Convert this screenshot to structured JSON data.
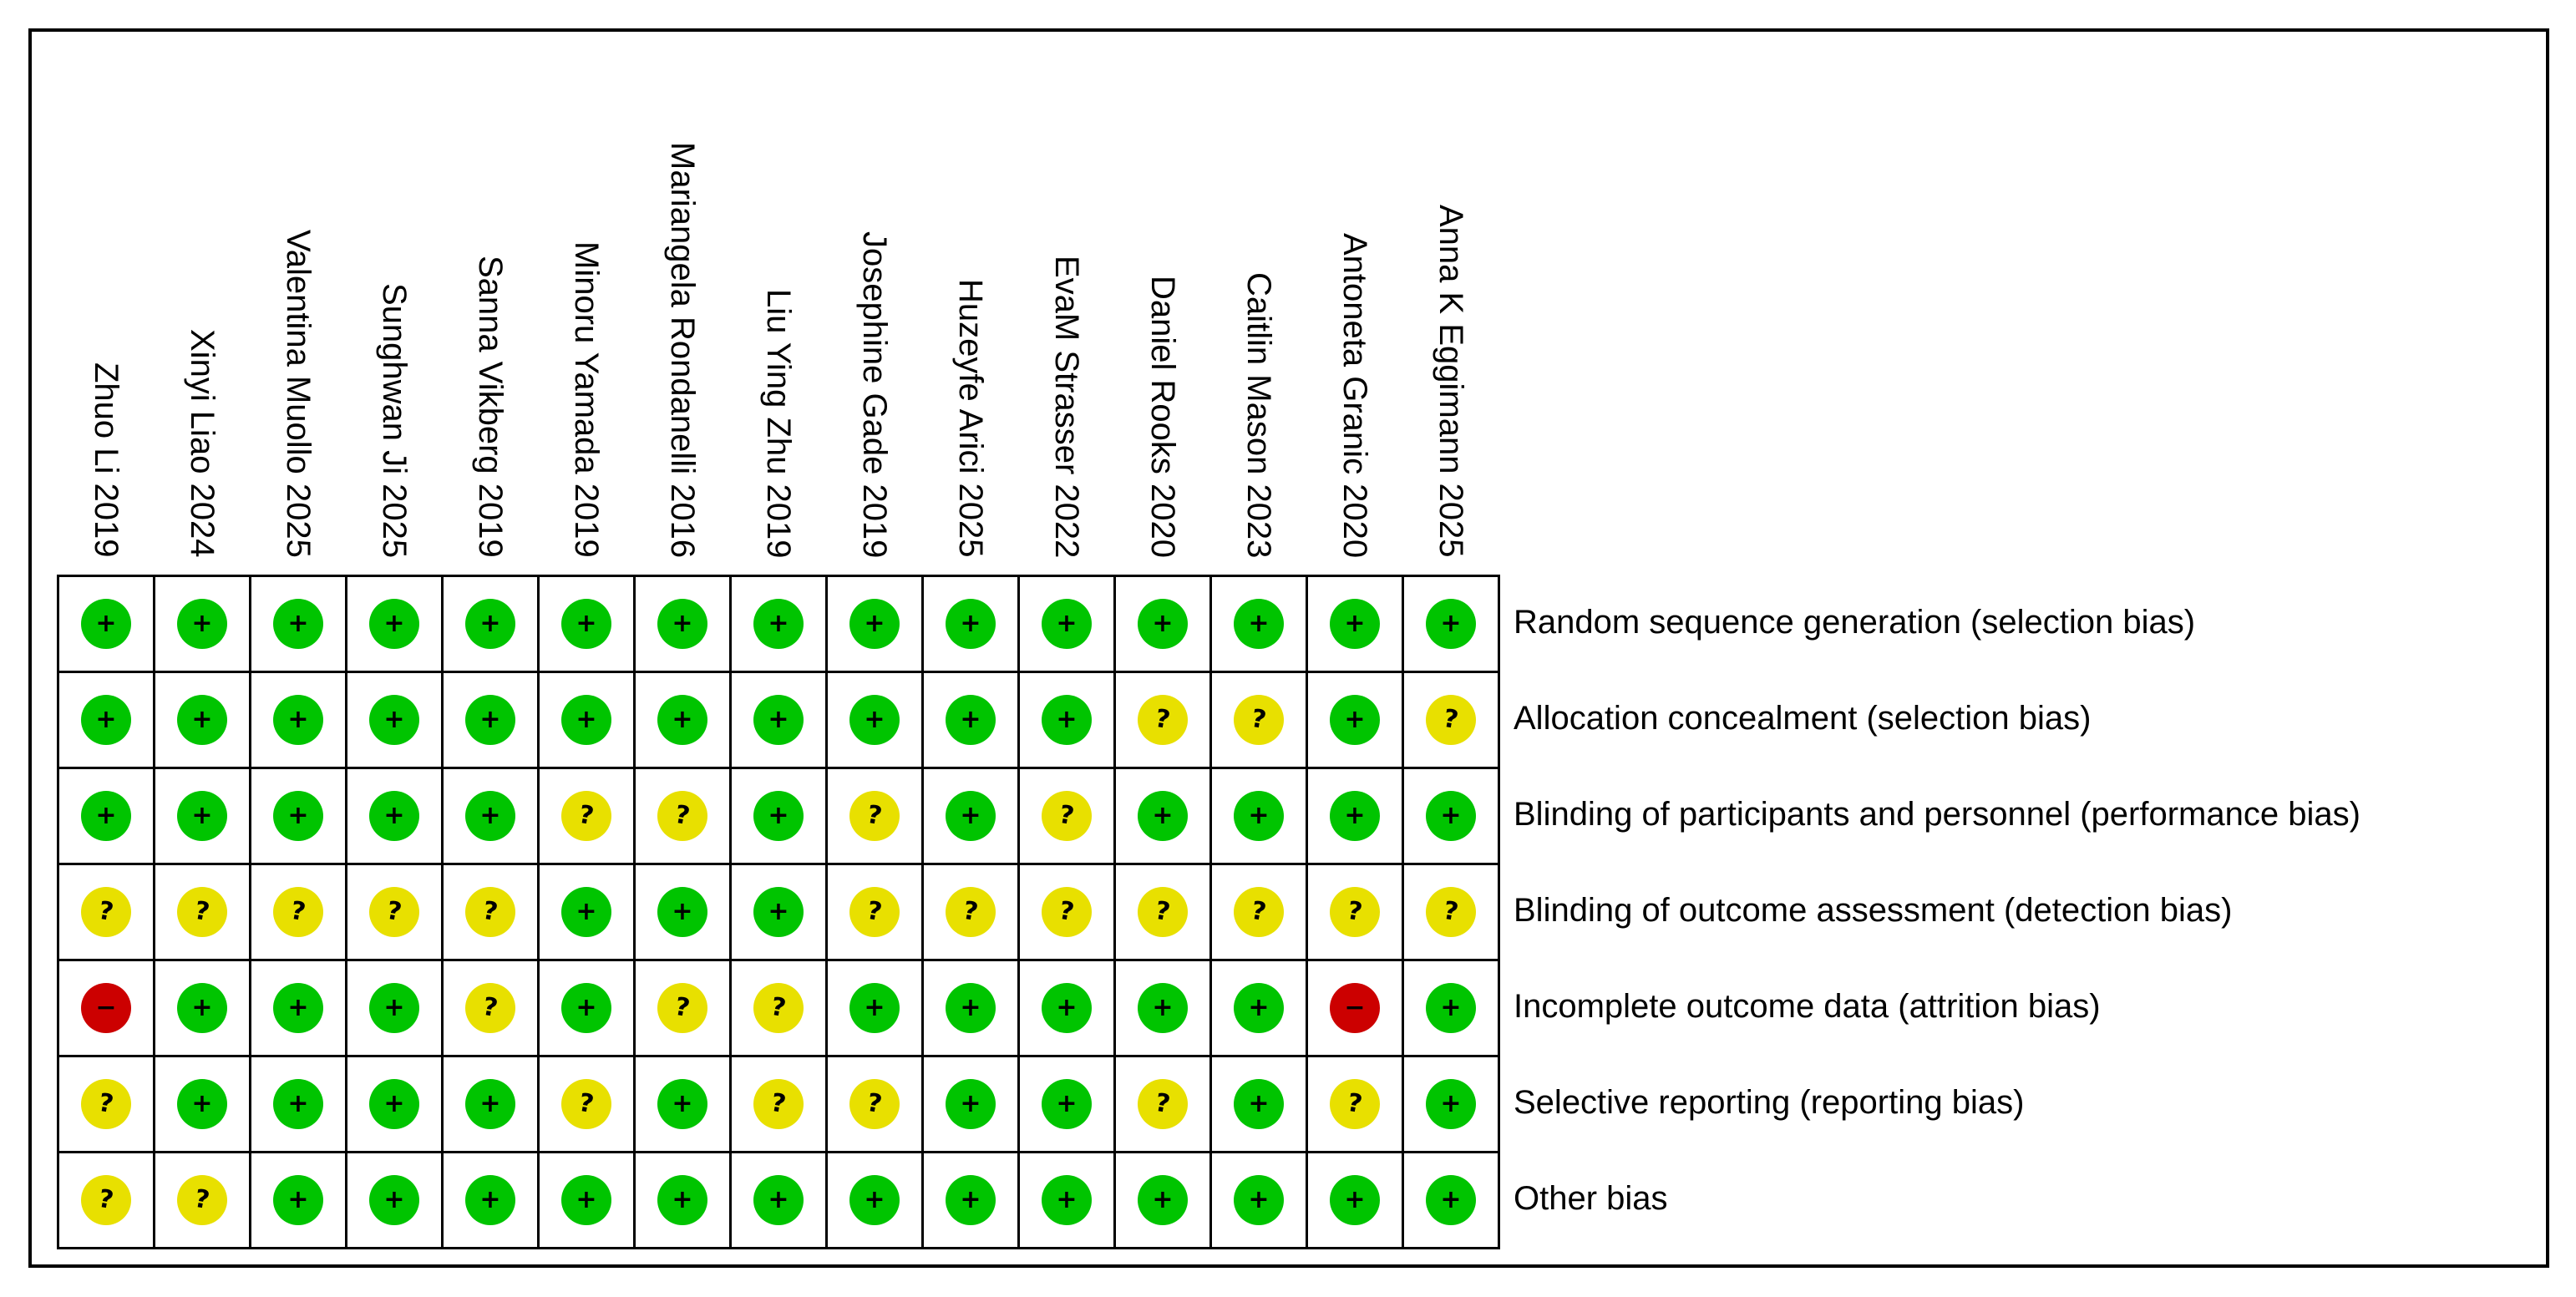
{
  "studies": [
    "Zhuo Li 2019",
    "Xinyi Liao 2024",
    "Valentina Muollo 2025",
    "Sunghwan Ji 2025",
    "Sanna Vikberg 2019",
    "Minoru Yamada 2019",
    "Mariangela Rondanelli 2016",
    "Liu Ying Zhu 2019",
    "Josephine Gade 2019",
    "Huzeyfe Arici 2025",
    "EvaM Strasser 2022",
    "Daniel Rooks 2020",
    "Caitlin Mason 2023",
    "Antoneta Granic 2020",
    "Anna K Eggimann 2025"
  ],
  "domains": [
    "Random sequence generation (selection bias)",
    "Allocation concealment (selection bias)",
    "Blinding of participants and personnel (performance bias)",
    "Blinding of outcome assessment (detection bias)",
    "Incomplete outcome data (attrition bias)",
    "Selective reporting (reporting bias)",
    "Other bias"
  ],
  "symbols": {
    "low": "+",
    "unclear": "?",
    "high": "−"
  },
  "colors": {
    "low": "#00c400",
    "unclear": "#e8e000",
    "high": "#cc0000",
    "border": "#000000"
  },
  "chart_data": {
    "type": "table",
    "legend_values": [
      "low",
      "unclear",
      "high"
    ],
    "rows": [
      [
        "low",
        "low",
        "low",
        "low",
        "low",
        "low",
        "low",
        "low",
        "low",
        "low",
        "low",
        "low",
        "low",
        "low",
        "low"
      ],
      [
        "low",
        "low",
        "low",
        "low",
        "low",
        "low",
        "low",
        "low",
        "low",
        "low",
        "low",
        "unclear",
        "unclear",
        "low",
        "unclear"
      ],
      [
        "low",
        "low",
        "low",
        "low",
        "low",
        "unclear",
        "unclear",
        "low",
        "unclear",
        "low",
        "unclear",
        "low",
        "low",
        "low",
        "low"
      ],
      [
        "unclear",
        "unclear",
        "unclear",
        "unclear",
        "unclear",
        "low",
        "low",
        "low",
        "unclear",
        "unclear",
        "unclear",
        "unclear",
        "unclear",
        "unclear",
        "unclear"
      ],
      [
        "high",
        "low",
        "low",
        "low",
        "unclear",
        "low",
        "unclear",
        "unclear",
        "low",
        "low",
        "low",
        "low",
        "low",
        "high",
        "low"
      ],
      [
        "unclear",
        "low",
        "low",
        "low",
        "low",
        "unclear",
        "low",
        "unclear",
        "unclear",
        "low",
        "low",
        "unclear",
        "low",
        "unclear",
        "low"
      ],
      [
        "unclear",
        "unclear",
        "low",
        "low",
        "low",
        "low",
        "low",
        "low",
        "low",
        "low",
        "low",
        "low",
        "low",
        "low",
        "low"
      ]
    ]
  }
}
